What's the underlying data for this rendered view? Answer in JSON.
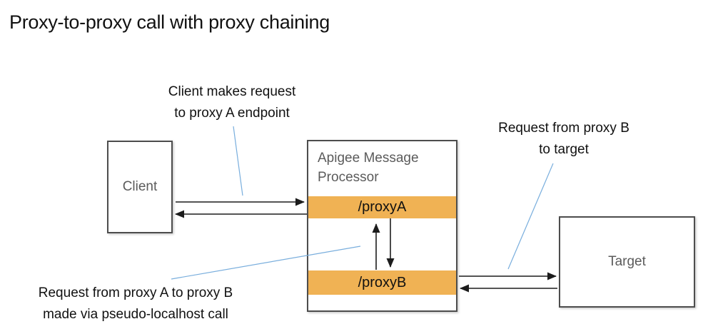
{
  "title": "Proxy-to-proxy call with proxy chaining",
  "annotations": {
    "client_request": {
      "line1": "Client makes request",
      "line2": "to proxy A endpoint"
    },
    "proxy_b_to_target": {
      "line1": "Request from proxy B",
      "line2": "to target"
    },
    "proxy_a_to_b": {
      "line1": "Request from proxy A to proxy B",
      "line2": "made via pseudo-localhost call"
    }
  },
  "nodes": {
    "client": {
      "label": "Client"
    },
    "message_processor": {
      "label": "Apigee Message Processor",
      "proxy_a": "/proxyA",
      "proxy_b": "/proxyB"
    },
    "target": {
      "label": "Target"
    }
  },
  "colors": {
    "proxy_bar_orange": "#f0b254",
    "callout_line_blue": "#79aedd",
    "box_border_gray": "#4d4d4d",
    "box_label_gray": "#5b5b5b",
    "text_black": "#111111"
  }
}
